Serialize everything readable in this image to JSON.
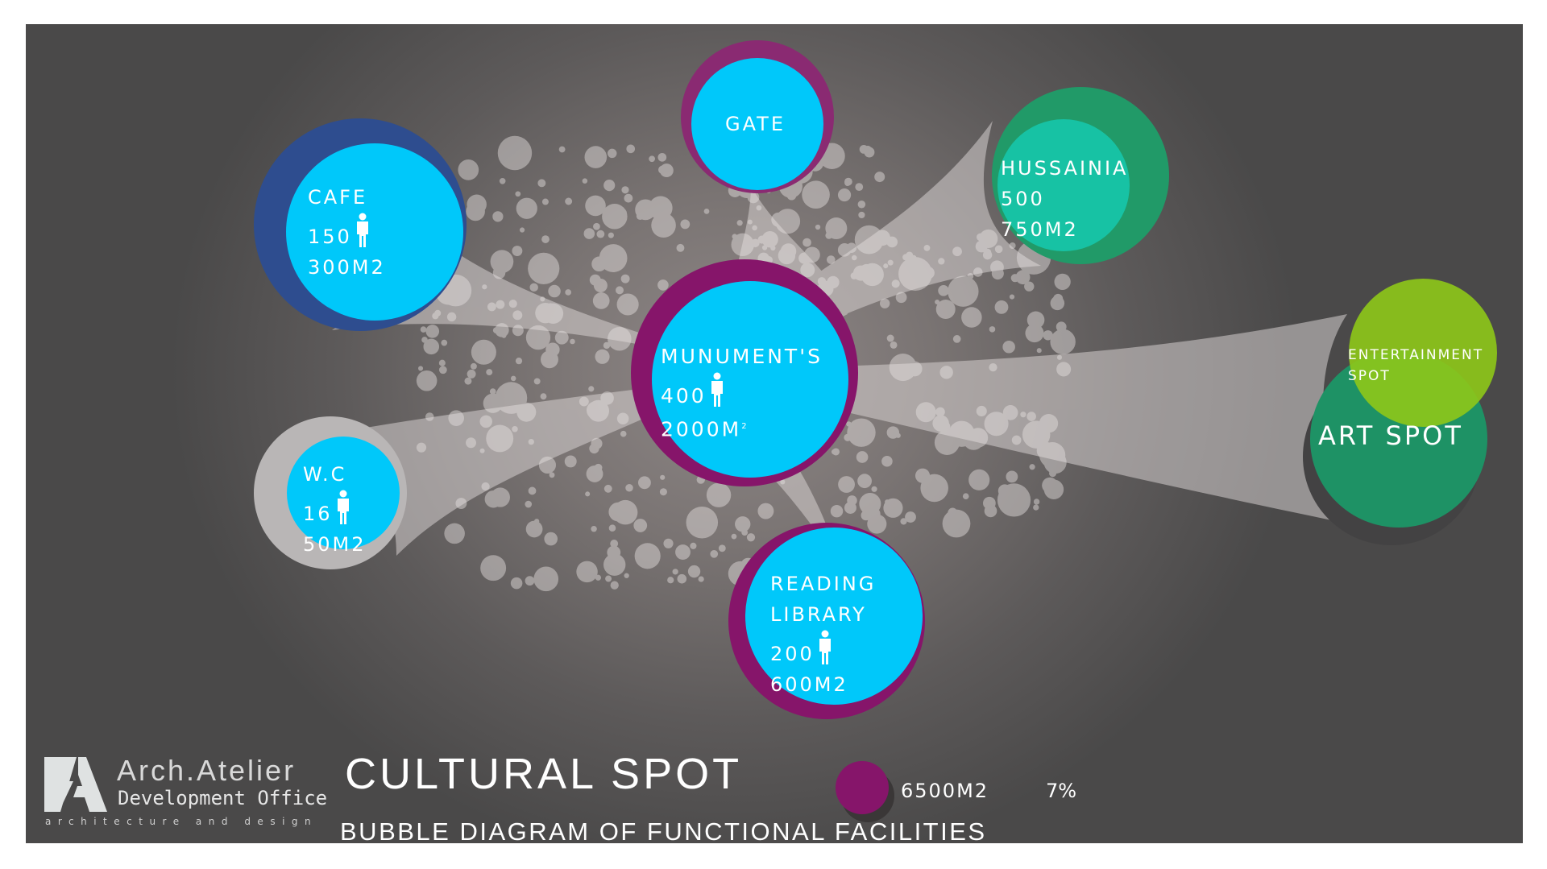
{
  "bubbles": {
    "gate": {
      "name": "GATE"
    },
    "cafe": {
      "name": "CAFE",
      "people": "150",
      "area": "300M2"
    },
    "hussainia": {
      "name": "HUSSAINIA",
      "people": "500",
      "area": "750M2"
    },
    "monument": {
      "name": "MUNUMENT'S",
      "people": "400",
      "area": "2000M",
      "area_sup": "2"
    },
    "wc": {
      "name": "W.C",
      "people": "16",
      "area": "50M2"
    },
    "reading": {
      "name_line1": "READING",
      "name_line2": "LIBRARY",
      "people": "200",
      "area": "600M2"
    },
    "entertainment": {
      "name_line1": "ENTERTAINMENT",
      "name_line2": "SPOT"
    },
    "art": {
      "name": "ART SPOT"
    }
  },
  "footer": {
    "logo_line1": "Arch.Atelier",
    "logo_line2": "Development Office",
    "logo_line3": "architecture and design",
    "title": "CULTURAL SPOT",
    "subtitle": "BUBBLE DIAGRAM OF FUNCTIONAL FACILITIES",
    "total_area": "6500M2",
    "percent": "7%"
  },
  "colors": {
    "cyan": "#00c8fa",
    "purple": "#8a1a6a",
    "navy": "#2e4d8f",
    "green": "#1e9a68",
    "lime": "#8ab81e"
  }
}
